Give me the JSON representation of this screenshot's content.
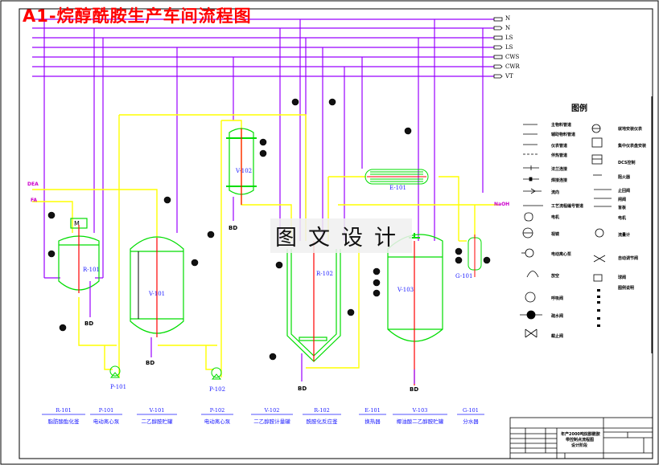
{
  "title": "A1-烷醇酰胺生产车间流程图",
  "watermark": "图文设计",
  "utilities": [
    {
      "code": "N"
    },
    {
      "code": "N"
    },
    {
      "code": "LS"
    },
    {
      "code": "LS"
    },
    {
      "code": "CWS"
    },
    {
      "code": "CWR"
    },
    {
      "code": "VT"
    }
  ],
  "feeds": {
    "dea": "DEA",
    "fa": "FA",
    "naoh": "NaOH"
  },
  "drain_label": "BD",
  "equipment_labels": {
    "r101": "R-101",
    "v101": "V-101",
    "v102": "V-102",
    "r102": "R-102",
    "e101": "E-101",
    "v103": "V-103",
    "g101": "G-101",
    "p101": "P-101",
    "p102": "P-102"
  },
  "equipment_list": [
    {
      "tag": "R-101",
      "name": "脂肪酸酯化釜"
    },
    {
      "tag": "P-101",
      "name": "电动离心泵"
    },
    {
      "tag": "V-101",
      "name": "二乙醇胺贮罐"
    },
    {
      "tag": "P-102",
      "name": "电动离心泵"
    },
    {
      "tag": "V-102",
      "name": "二乙醇胺计量罐"
    },
    {
      "tag": "R-102",
      "name": "酰胺化反应釜"
    },
    {
      "tag": "E-101",
      "name": "换热器"
    },
    {
      "tag": "V-103",
      "name": "椰油酸二乙醇胺贮罐"
    },
    {
      "tag": "G-101",
      "name": "分水器"
    }
  ],
  "legend": {
    "title": "图例",
    "left_items": [
      "主物料管道",
      "辅助物料管道",
      "仪表管道",
      "伴热管道",
      "法兰连接",
      "焊接连接",
      "流向",
      "工艺流程编号管道",
      "电机",
      "视镜",
      "电动离心泵",
      "放空",
      "呼吸阀",
      "疏水阀",
      "截止阀"
    ],
    "right_items": [
      "就地安装仪表",
      "集中仪表盘安装",
      "DCS控制",
      "阻火器",
      "止回阀",
      "闸阀",
      "盲板",
      "电机",
      "流量计",
      "自动调节阀",
      "球阀",
      "图例说明",
      "",
      "",
      "",
      ""
    ]
  },
  "title_block": {
    "project": "年产2000吨烷醇酰胺",
    "drawing": "带控制点流程图",
    "stage": "设计阶段"
  },
  "colors": {
    "main_pipe": "#ffff00",
    "utility_pipe": "#9900ff",
    "vessel": "#00dd00",
    "agitator": "#ff0000",
    "title": "#ff0000",
    "label": "#1a1aff"
  }
}
